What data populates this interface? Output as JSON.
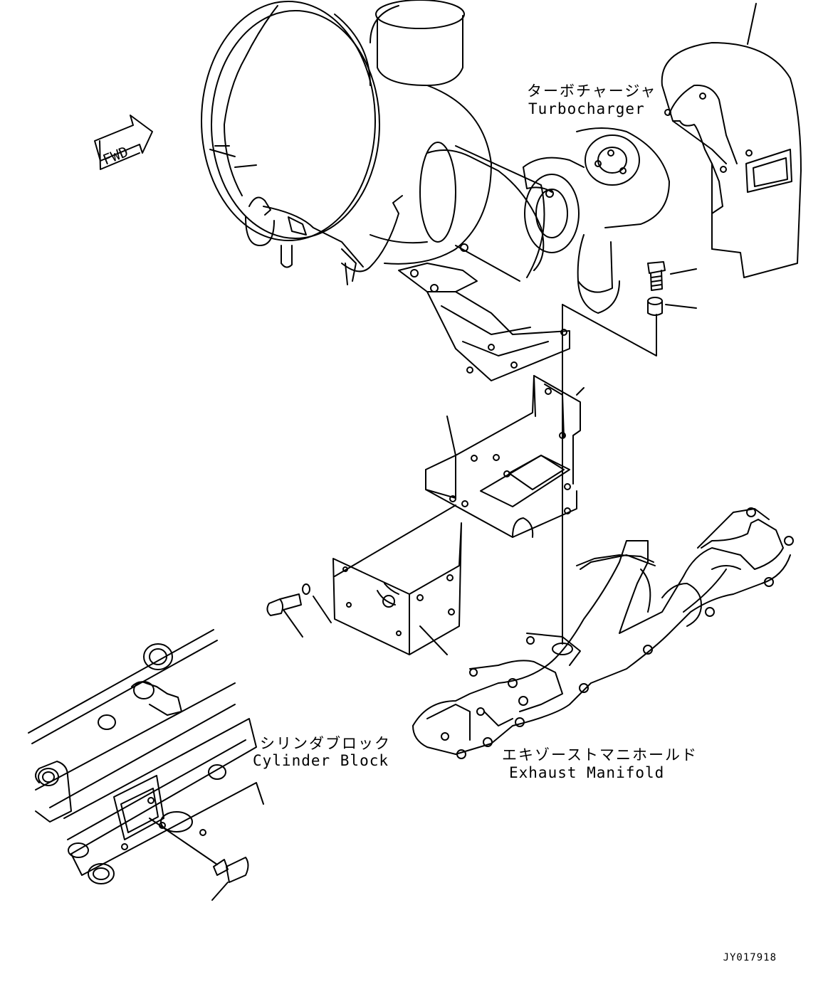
{
  "fwd_label": "FWD",
  "labels": {
    "turbocharger_jp": "ターボチャージャ",
    "turbocharger_en": "Turbocharger",
    "cylinder_block_jp": "シリンダブロック",
    "cylinder_block_en": "Cylinder Block",
    "exhaust_manifold_jp": "エキゾーストマニホールド",
    "exhaust_manifold_en": "Exhaust Manifold"
  },
  "drawing_code": "JY017918"
}
